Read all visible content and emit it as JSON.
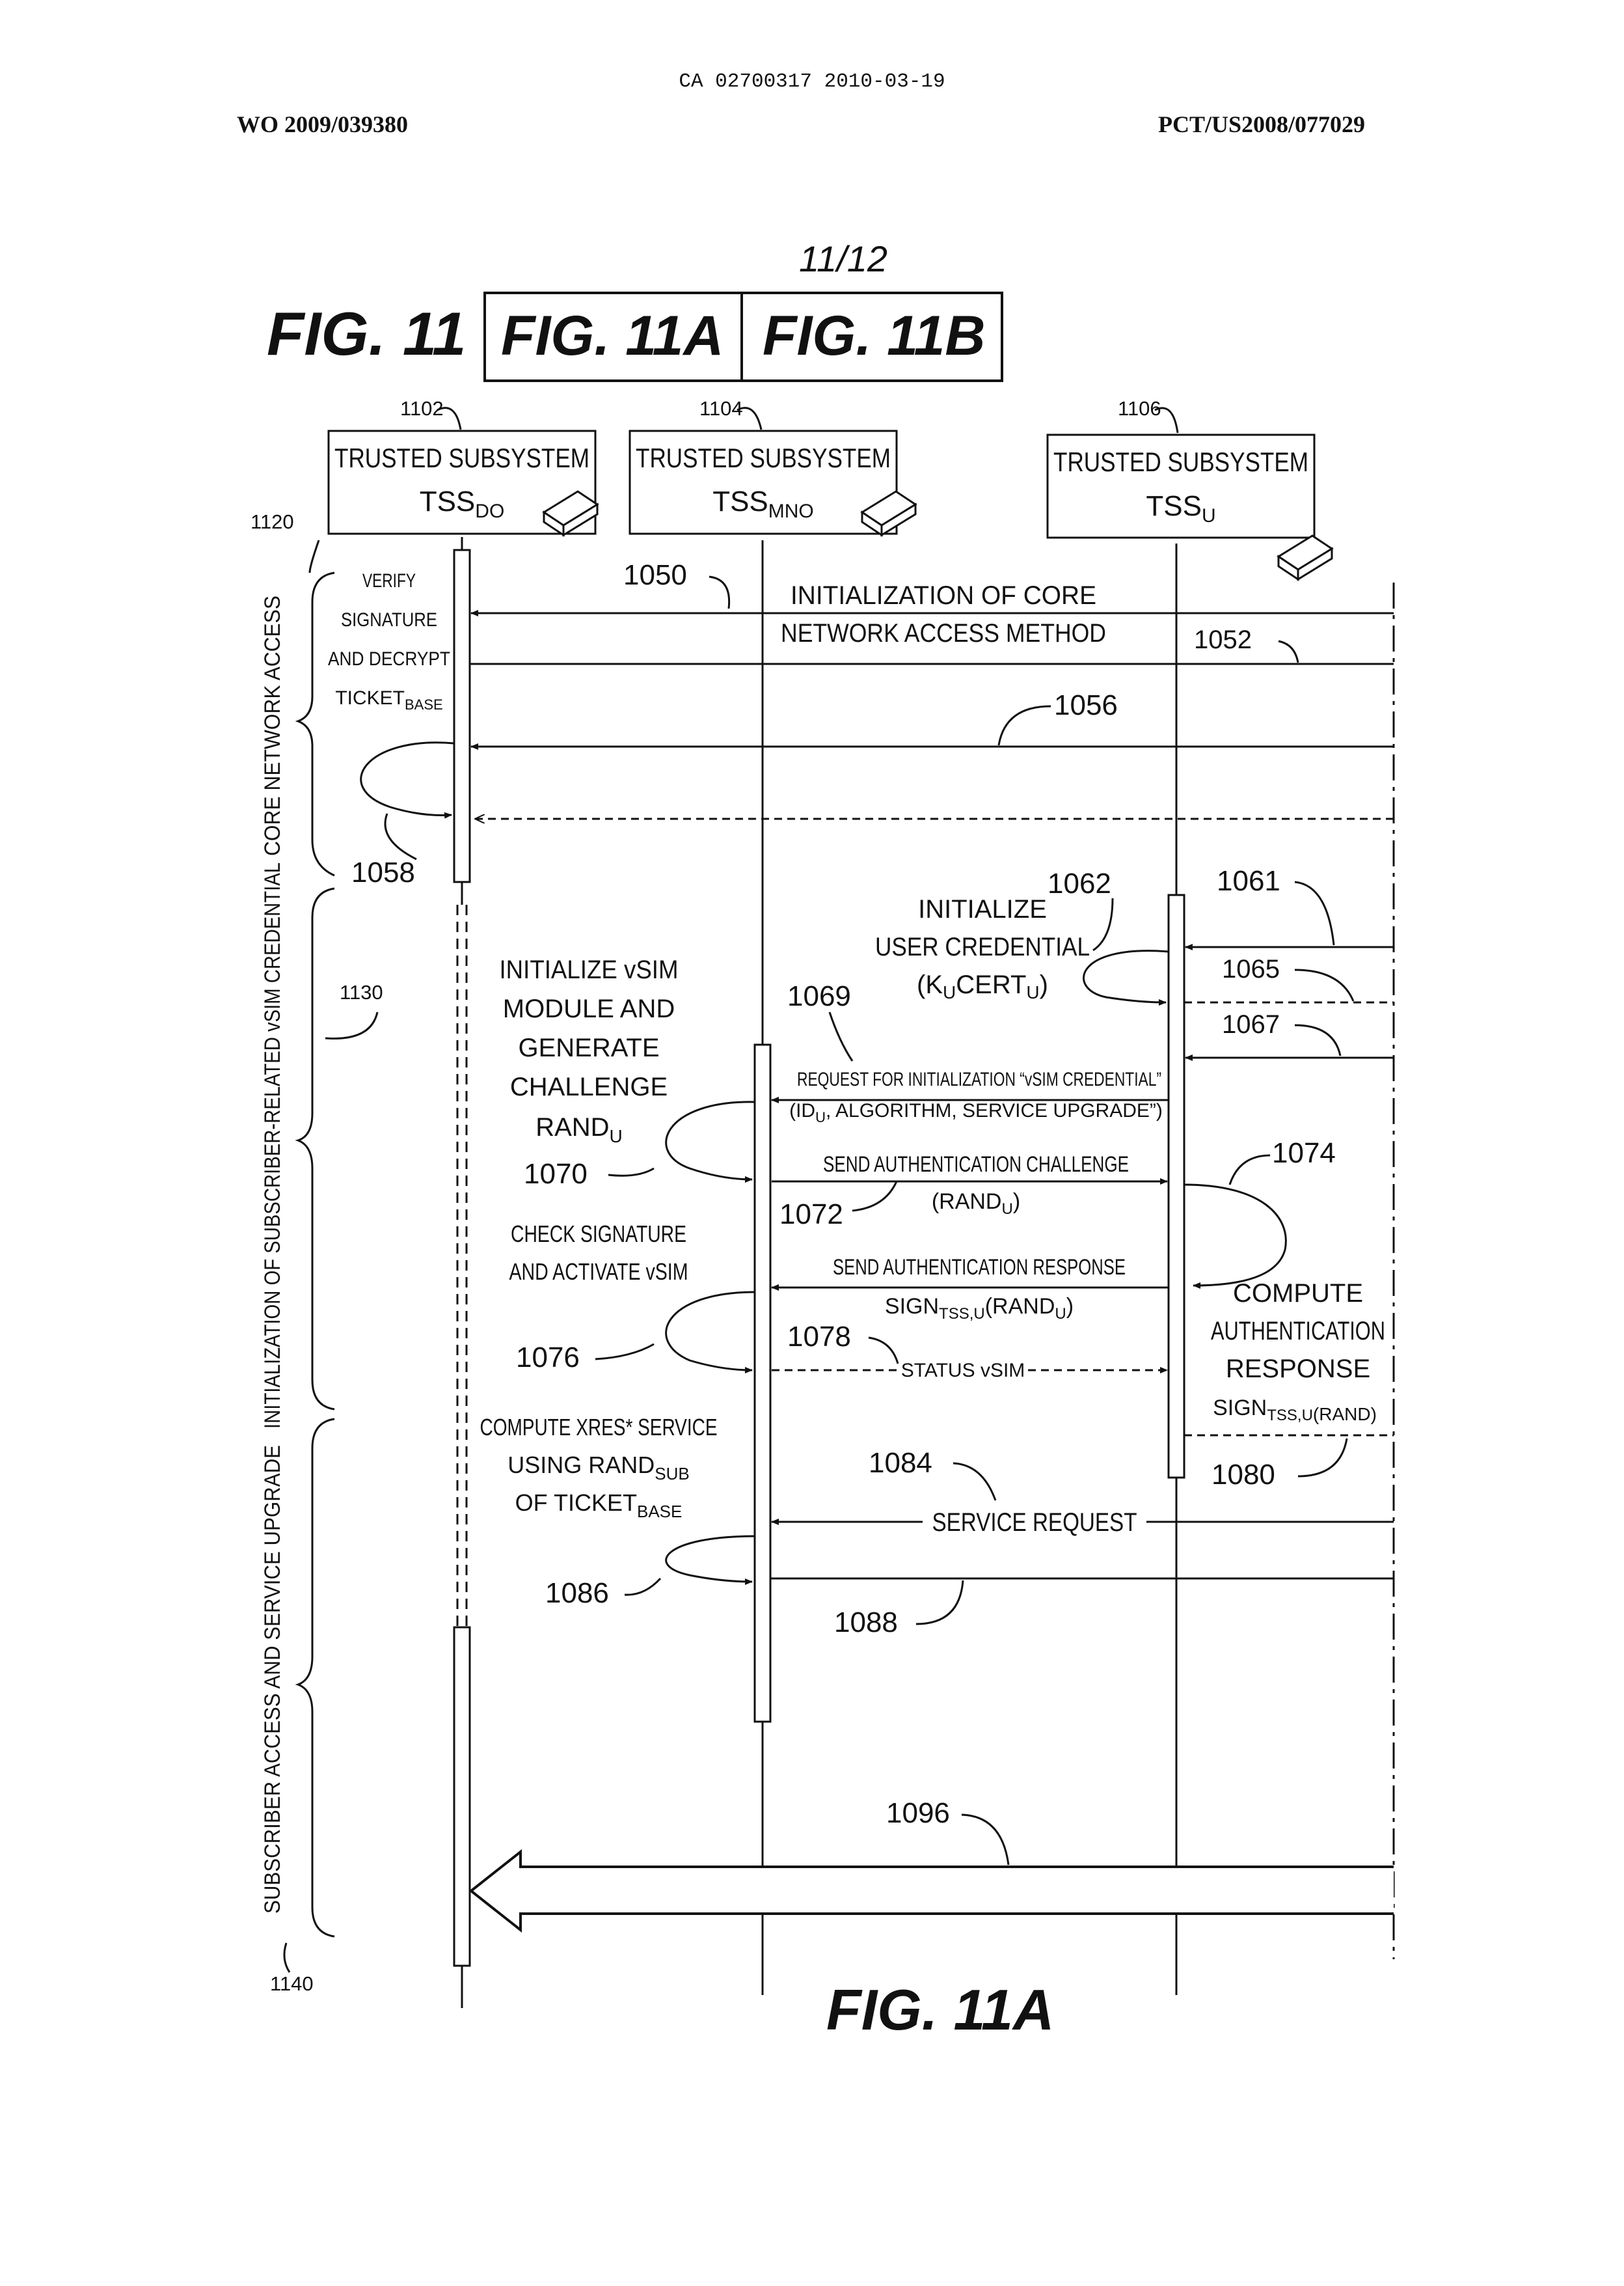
{
  "header": {
    "doc_id": "CA 02700317 2010-03-19",
    "pub_left": "WO 2009/039380",
    "pub_right": "PCT/US2008/077029"
  },
  "page_number": "11/12",
  "fig_key": {
    "main": "FIG. 11",
    "part_a": "FIG. 11A",
    "part_b": "FIG. 11B"
  },
  "caption": "FIG. 11A",
  "entities": [
    {
      "ref": "1102",
      "line1": "TRUSTED SUBSYSTEM",
      "name": "TSS",
      "sub": "DO"
    },
    {
      "ref": "1104",
      "line1": "TRUSTED SUBSYSTEM",
      "name": "TSS",
      "sub": "MNO"
    },
    {
      "ref": "1106",
      "line1": "TRUSTED SUBSYSTEM",
      "name": "TSS",
      "sub": "U"
    }
  ],
  "phases": [
    {
      "ref": "1120",
      "label": "CORE NETWORK ACCESS"
    },
    {
      "ref": "1130",
      "label": "INITIALIZATION OF SUBSCRIBER-RELATED vSIM CREDENTIAL"
    },
    {
      "ref": "1140",
      "label": "SUBSCRIBER ACCESS AND SERVICE UPGRADE"
    }
  ],
  "refs": {
    "r1050": "1050",
    "r1052": "1052",
    "r1056": "1056",
    "r1058": "1058",
    "r1061": "1061",
    "r1062": "1062",
    "r1065": "1065",
    "r1067": "1067",
    "r1069": "1069",
    "r1070": "1070",
    "r1072": "1072",
    "r1074": "1074",
    "r1076": "1076",
    "r1078": "1078",
    "r1080": "1080",
    "r1084": "1084",
    "r1086": "1086",
    "r1088": "1088",
    "r1096": "1096"
  },
  "texts": {
    "verify": [
      "VERIFY",
      "SIGNATURE",
      "AND DECRYPT",
      "TICKET",
      "BASE"
    ],
    "init_core_1": "INITIALIZATION OF CORE",
    "init_core_2": "NETWORK ACCESS METHOD",
    "init_user": [
      "INITIALIZE",
      "USER CREDENTIAL",
      "(K",
      "U",
      "CERT",
      "U",
      ")"
    ],
    "init_vsim": [
      "INITIALIZE vSIM",
      "MODULE AND",
      "GENERATE",
      "CHALLENGE",
      "RAND",
      "U"
    ],
    "request_1": "REQUEST FOR INITIALIZATION “vSIM CREDENTIAL”",
    "request_2": [
      "(ID",
      "U",
      ", ALGORITHM, SERVICE UPGRADE”)"
    ],
    "send_chal_1": "SEND AUTHENTICATION CHALLENGE",
    "send_chal_2": [
      "(RAND",
      "U",
      ")"
    ],
    "check_sig": [
      "CHECK SIGNATURE",
      "AND ACTIVATE vSIM"
    ],
    "send_resp_1": "SEND AUTHENTICATION RESPONSE",
    "send_resp_2": [
      "SIGN",
      "TSS,U",
      "(RAND",
      "U",
      ")"
    ],
    "compute_auth": [
      "COMPUTE",
      "AUTHENTICATION",
      "RESPONSE",
      "SIGN",
      "TSS,U",
      "(RAND)"
    ],
    "status": "STATUS vSIM",
    "compute_xres": [
      "COMPUTE XRES* SERVICE",
      "USING RAND",
      "SUB",
      "OF TICKET",
      "BASE"
    ],
    "service_req": "SERVICE REQUEST"
  },
  "colors": {
    "ink": "#111111",
    "paper": "#ffffff"
  }
}
